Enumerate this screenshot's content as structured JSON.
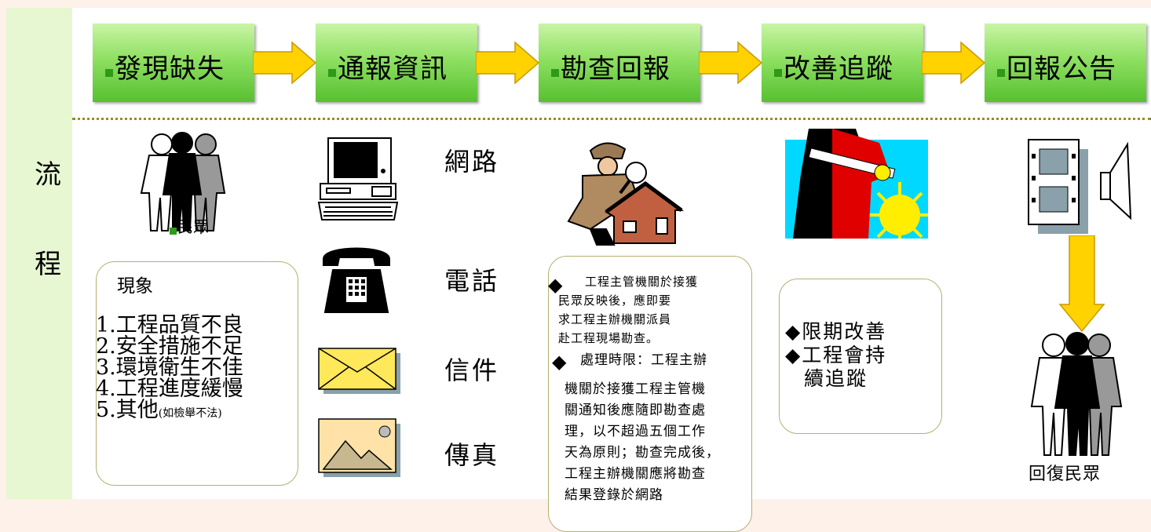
{
  "side_labels": [
    "流",
    "程"
  ],
  "steps": [
    "發現缺失",
    "通報資訊",
    "勘查回報",
    "改善追蹤",
    "回報公告"
  ],
  "people_label": "民眾",
  "channels": [
    "網路",
    "電話",
    "信件",
    "傳真"
  ],
  "phenomena": {
    "title": "現象",
    "items": [
      "1.工程品質不良",
      "2.安全措施不足",
      "3.環境衛生不佳",
      "4.工程進度緩慢"
    ],
    "last_item": "5.其他",
    "last_item_note": "(如檢舉不法)"
  },
  "inspection": {
    "bullet1_lines": [
      "工程主管機關於接獲",
      "民眾反映後，應即要",
      "求工程主辦機關派員",
      "赴工程現場勘查。"
    ],
    "bullet2_lines": [
      "處理時限：工程主辦",
      "機關於接獲工程主管機",
      "關通知後應隨即勘查處",
      "理，以不超過五個工作",
      "天為原則；勘查完成後，",
      "工程主辦機關應將勘查",
      "結果登錄於網路"
    ]
  },
  "improvement": {
    "lines": [
      "◆限期改善",
      "◆工程會持",
      "續追蹤"
    ]
  },
  "reply_label": "回復民眾",
  "colors": {
    "step_green": "#7ed957",
    "arrow_yellow": "#ffd200",
    "side_strip": "#e6f7d2",
    "background": "#fdf1ea",
    "box_border": "#b4b070"
  }
}
